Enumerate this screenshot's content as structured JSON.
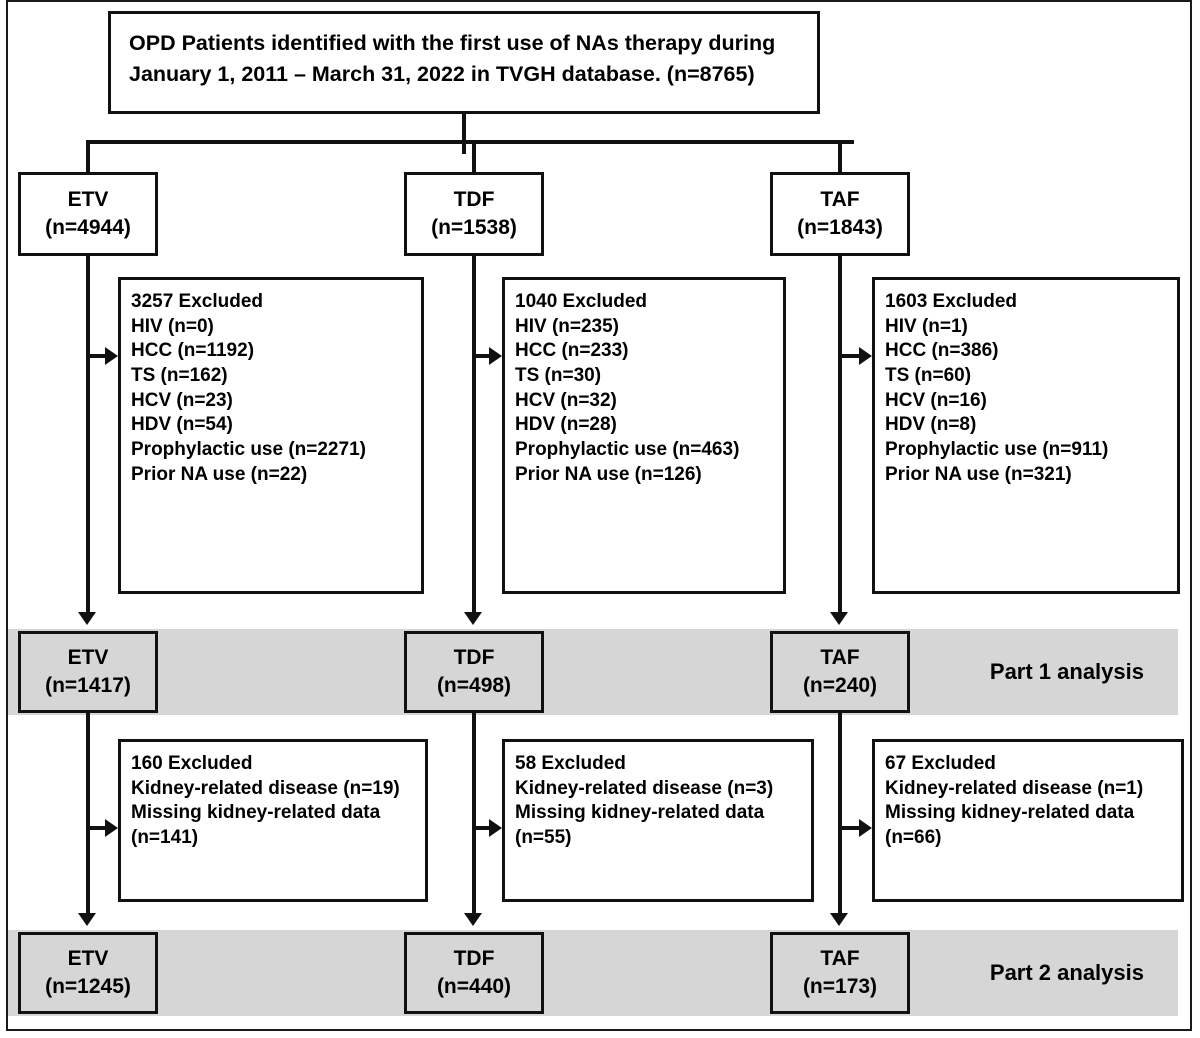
{
  "diagram": {
    "title_box": {
      "line1": "OPD Patients identified with the first use of NAs therapy during",
      "line2": "January 1, 2011 – March 31, 2022 in TVGH database. (n=8765)"
    },
    "colors": {
      "band_gray": "#d6d6d6",
      "stroke": "#111111",
      "background": "#ffffff"
    },
    "groups_initial": [
      {
        "name": "ETV",
        "count": "(n=4944)"
      },
      {
        "name": "TDF",
        "count": "(n=1538)"
      },
      {
        "name": "TAF",
        "count": "(n=1843)"
      }
    ],
    "exclusions_stage1": [
      {
        "header": "3257 Excluded",
        "items": [
          "HIV (n=0)",
          "HCC (n=1192)",
          "TS (n=162)",
          "HCV (n=23)",
          "HDV (n=54)",
          "Prophylactic use (n=2271)",
          "Prior NA use (n=22)"
        ]
      },
      {
        "header": "1040 Excluded",
        "items": [
          "HIV (n=235)",
          "HCC (n=233)",
          "TS (n=30)",
          "HCV (n=32)",
          "HDV (n=28)",
          "Prophylactic use (n=463)",
          "Prior NA use (n=126)"
        ]
      },
      {
        "header": "1603 Excluded",
        "items": [
          "HIV (n=1)",
          "HCC (n=386)",
          "TS (n=60)",
          "HCV (n=16)",
          "HDV (n=8)",
          "Prophylactic use (n=911)",
          "Prior NA use (n=321)"
        ]
      }
    ],
    "part1": {
      "label": "Part 1 analysis",
      "groups": [
        {
          "name": "ETV",
          "count": "(n=1417)"
        },
        {
          "name": "TDF",
          "count": "(n=498)"
        },
        {
          "name": "TAF",
          "count": "(n=240)"
        }
      ]
    },
    "exclusions_stage2": [
      {
        "header": "160 Excluded",
        "items": [
          "Kidney-related disease (n=19)",
          "Missing kidney-related data",
          "(n=141)"
        ]
      },
      {
        "header": "58 Excluded",
        "items": [
          "Kidney-related disease (n=3)",
          "Missing kidney-related data",
          "(n=55)"
        ]
      },
      {
        "header": "67 Excluded",
        "items": [
          "Kidney-related disease (n=1)",
          "Missing kidney-related data",
          "(n=66)"
        ]
      }
    ],
    "part2": {
      "label": "Part 2 analysis",
      "groups": [
        {
          "name": "ETV",
          "count": "(n=1245)"
        },
        {
          "name": "TDF",
          "count": "(n=440)"
        },
        {
          "name": "TAF",
          "count": "(n=173)"
        }
      ]
    }
  }
}
